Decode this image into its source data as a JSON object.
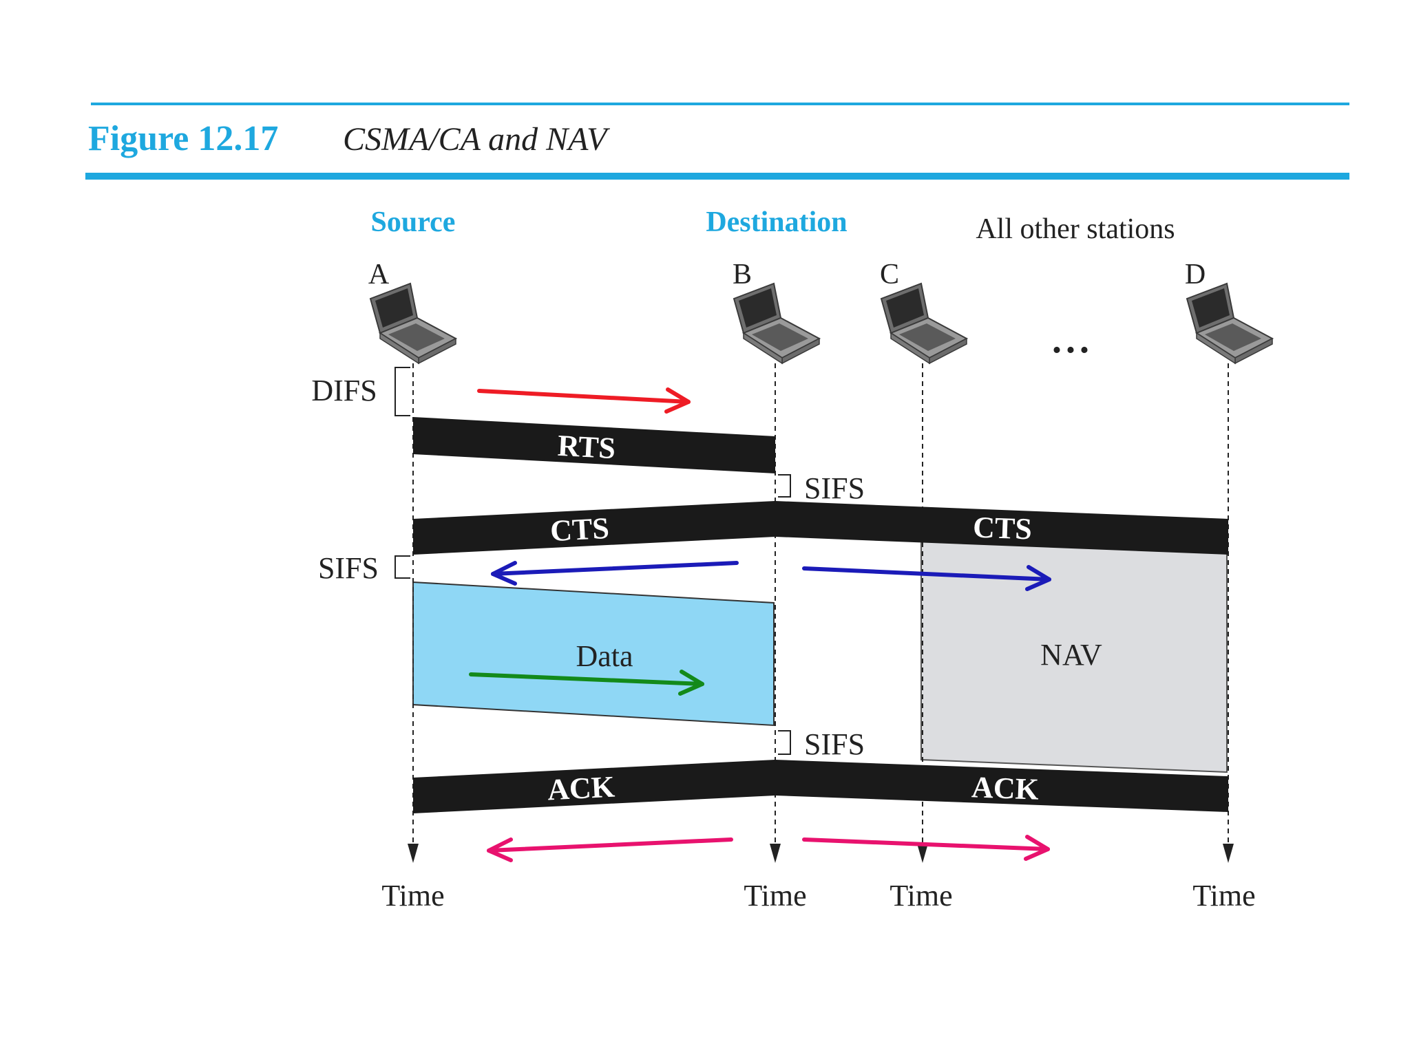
{
  "figure": {
    "number": "Figure 12.17",
    "caption": "CSMA/CA and NAV",
    "accent_color": "#1ea8df"
  },
  "headers": {
    "source": "Source",
    "destination": "Destination",
    "others": "All other stations"
  },
  "stations": [
    {
      "id": "a",
      "label": "A",
      "icon": "laptop-icon"
    },
    {
      "id": "b",
      "label": "B",
      "icon": "laptop-icon"
    },
    {
      "id": "c",
      "label": "C",
      "icon": "laptop-icon"
    },
    {
      "id": "d",
      "label": "D",
      "icon": "laptop-icon"
    }
  ],
  "ellipsis": "...",
  "frames": {
    "rts": "RTS",
    "cts": "CTS",
    "data": "Data",
    "nav": "NAV",
    "ack": "ACK"
  },
  "intervals": {
    "difs": "DIFS",
    "sifs": "SIFS"
  },
  "time_label": "Time",
  "colors": {
    "frame_bar": "#1a1a1a",
    "data_fill": "#8fd7f5",
    "nav_fill": "#dcdde0",
    "rts_arrow": "#ee1c25",
    "cts_arrow": "#1b1bb8",
    "data_arrow": "#138a1a",
    "ack_arrow": "#e8126e"
  }
}
